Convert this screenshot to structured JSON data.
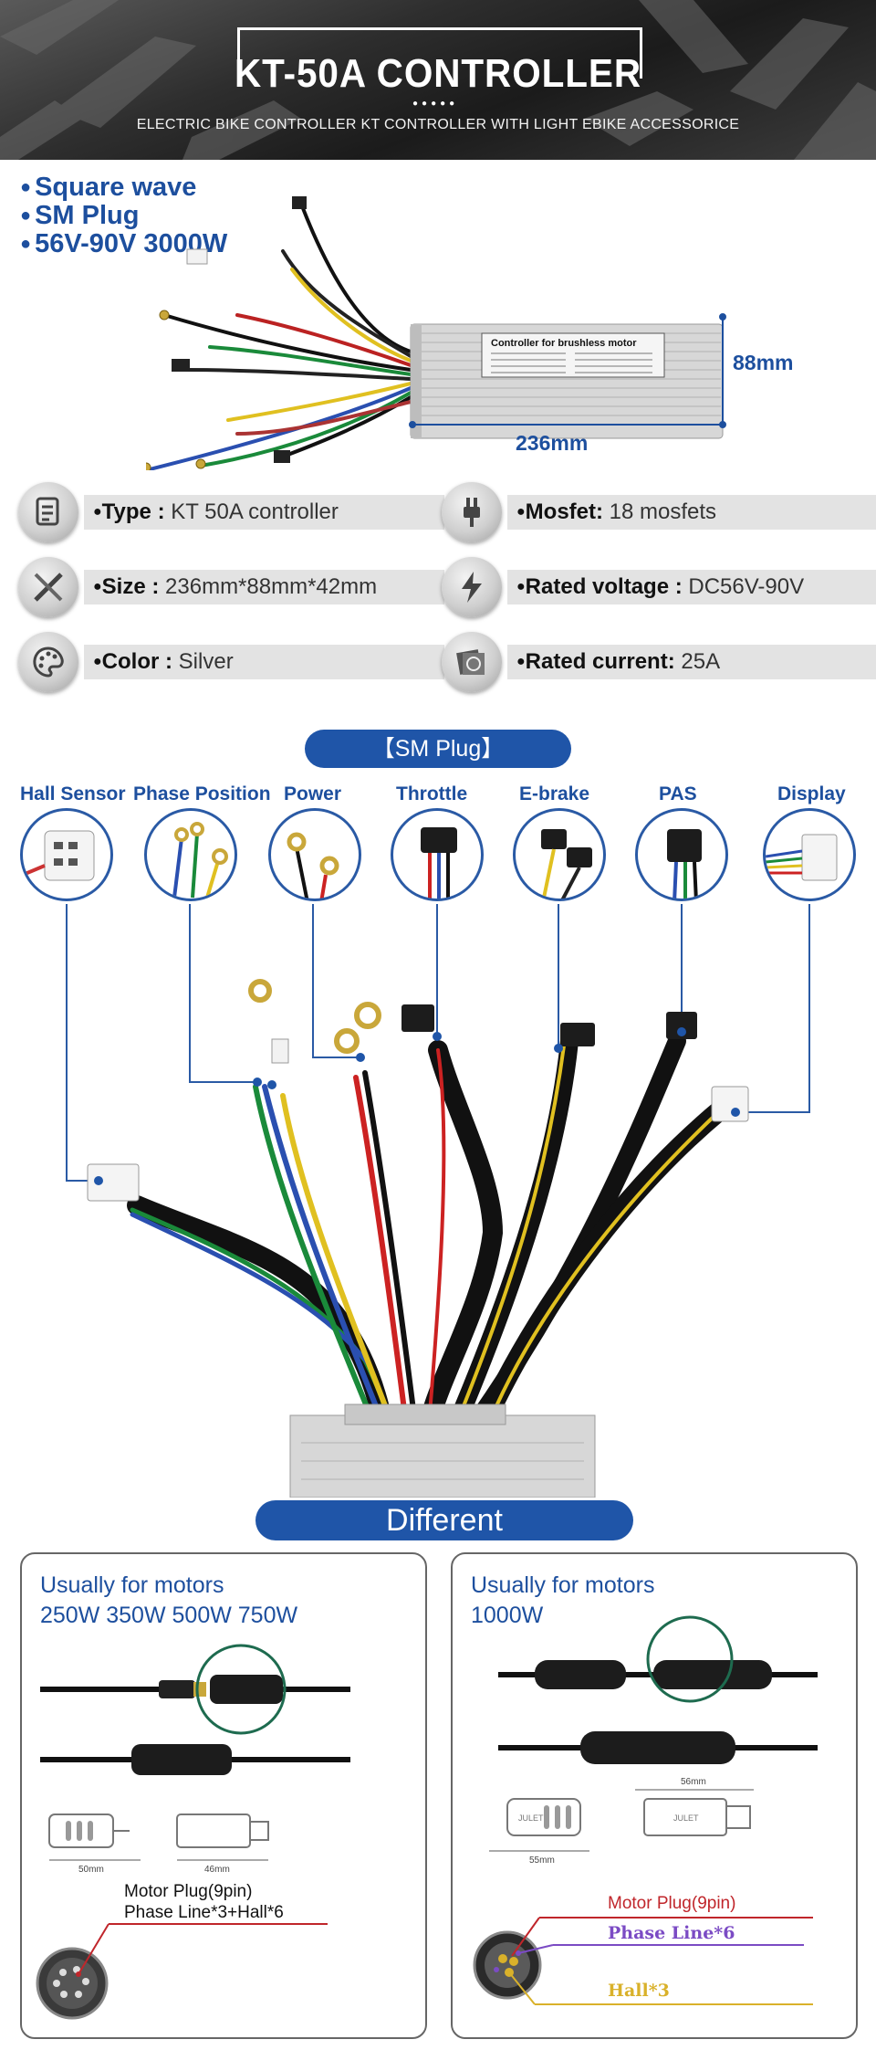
{
  "header": {
    "title": "KT-50A  CONTROLLER",
    "dots": "●●●●●",
    "subtitle": "ELECTRIC BIKE CONTROLLER  KT CONTROLLER WITH LIGHT EBIKE ACCESSORICE"
  },
  "overview": {
    "bullets": [
      "Square wave",
      "SM Plug",
      "56V-90V 3000W"
    ],
    "label_text": "Controller for brushless motor",
    "width_dim": "236mm",
    "height_dim": "88mm"
  },
  "specs": [
    {
      "icon": "document-icon",
      "key": "Type : ",
      "value": "KT 50A controller"
    },
    {
      "icon": "plug-icon",
      "key": "Mosfet: ",
      "value": " 18 mosfets"
    },
    {
      "icon": "ruler-pencil-icon",
      "key": "Size : ",
      "value": "236mm*88mm*42mm"
    },
    {
      "icon": "lightning-icon",
      "key": "Rated voltage : ",
      "value": "DC56V-90V"
    },
    {
      "icon": "palette-icon",
      "key": "Color : ",
      "value": "Silver"
    },
    {
      "icon": "meter-icon",
      "key": "Rated current: ",
      "value": "25A"
    }
  ],
  "sm_plug": {
    "title": "【SM Plug】",
    "connectors": [
      "Hall Sensor",
      "Phase Position",
      "Power",
      "Throttle",
      "E-brake",
      "PAS",
      "Display"
    ]
  },
  "different": {
    "title": "Different",
    "left": {
      "title_line1": "Usually for motors",
      "title_line2": "250W 350W 500W 750W",
      "note_line1": "Motor Plug(9pin)",
      "note_line2": "Phase Line*3+Hall*6",
      "dim_a": "50mm",
      "dim_b": "46mm"
    },
    "right": {
      "title_line1": "Usually for motors",
      "title_line2": "1000W",
      "plug": "Motor Plug(9pin)",
      "phase": "Phase Line*6",
      "hall": "Hall*3",
      "dim_a": "55mm",
      "dim_b": "56mm",
      "brand": "JULET"
    }
  },
  "colors": {
    "accent_blue": "#1f55a8",
    "text_blue": "#1d4f9e",
    "circle_green": "#1e6b4f",
    "phase_purple": "#7b4bc4",
    "hall_yellow": "#d9b12a",
    "plug_red": "#c0262b"
  }
}
